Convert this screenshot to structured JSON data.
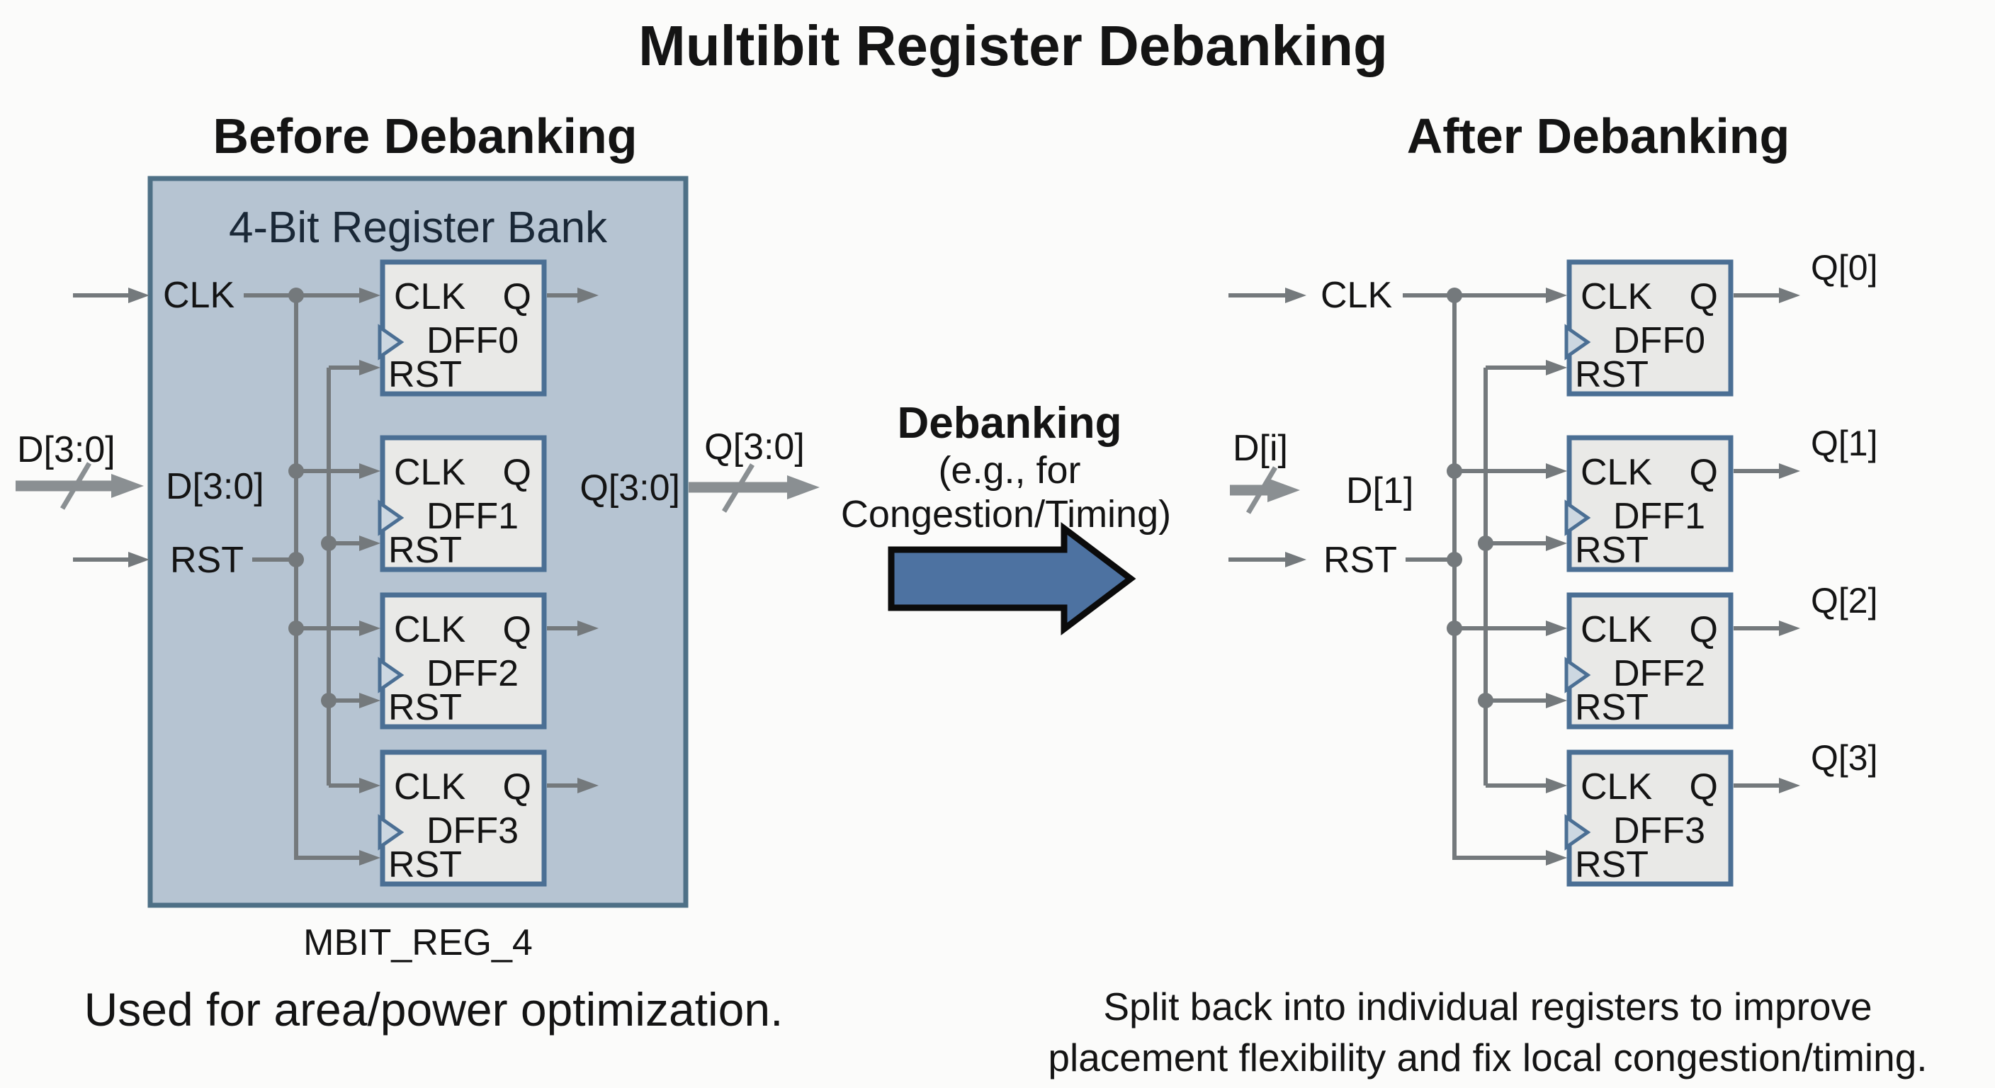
{
  "title": "Multibit Register Debanking",
  "before": {
    "heading": "Before Debanking",
    "bank_title": "4-Bit Register Bank",
    "bank_name": "MBIT_REG_4",
    "caption": "Used for area/power optimization.",
    "ports": {
      "clk": "CLK",
      "d_ext": "D[3:0]",
      "d_inner": "D[3:0]",
      "rst": "RST",
      "q_inner": "Q[3:0]",
      "q_ext": "Q[3:0]"
    },
    "dffs": [
      {
        "name": "DFF0",
        "clk": "CLK",
        "q": "Q",
        "rst": "RST"
      },
      {
        "name": "DFF1",
        "clk": "CLK",
        "q": "Q",
        "rst": "RST"
      },
      {
        "name": "DFF2",
        "clk": "CLK",
        "q": "Q",
        "rst": "RST"
      },
      {
        "name": "DFF3",
        "clk": "CLK",
        "q": "Q",
        "rst": "RST"
      }
    ]
  },
  "debank": {
    "title": "Debanking",
    "sub1": "(e.g., for",
    "sub2": "Congestion/Timing)"
  },
  "after": {
    "heading": "After Debanking",
    "caption1": "Split back into individual registers to improve",
    "caption2": "placement flexibility and fix local congestion/timing.",
    "ports": {
      "clk": "CLK",
      "d_ext": "D[i]",
      "d_label": "D[1]",
      "rst": "RST"
    },
    "dffs": [
      {
        "name": "DFF0",
        "clk": "CLK",
        "q": "Q",
        "rst": "RST",
        "out": "Q[0]"
      },
      {
        "name": "DFF1",
        "clk": "CLK",
        "q": "Q",
        "rst": "RST",
        "out": "Q[1]"
      },
      {
        "name": "DFF2",
        "clk": "CLK",
        "q": "Q",
        "rst": "RST",
        "out": "Q[2]"
      },
      {
        "name": "DFF3",
        "clk": "CLK",
        "q": "Q",
        "rst": "RST",
        "out": "Q[3]"
      }
    ]
  },
  "colors": {
    "bank_fill": "#b6c4d2",
    "bank_border": "#4e7086",
    "dff_fill": "#e9e9e7",
    "dff_border": "#4b6f94",
    "wire": "#74797c",
    "bus": "#8a8f92",
    "arrow_fill": "#4d72a1",
    "arrow_outline": "#0b0b0b"
  }
}
